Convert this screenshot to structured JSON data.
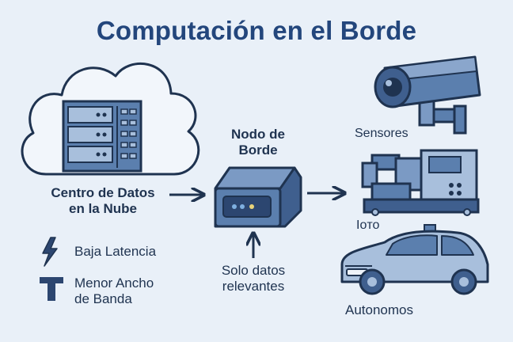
{
  "title": "Computación en el Borde",
  "cloud": {
    "label_line1": "Centro de Datos",
    "label_line2": "en la Nube"
  },
  "edge_node": {
    "label_line1": "Nodo de",
    "label_line2": "Borde"
  },
  "relevant_data": {
    "label_line1": "Solo datos",
    "label_line2": "relevantes"
  },
  "legend": {
    "latency": "Baja Latencia",
    "bandwidth_line1": "Menor Ancho",
    "bandwidth_line2": "de Banda"
  },
  "devices": {
    "sensors": "Sensores",
    "iot": "Ioто",
    "autonomous": "Autonomos"
  },
  "colors": {
    "background": "#e9f0f8",
    "outline": "#1f3350",
    "blue_mid": "#5b7fae",
    "blue_light": "#a8bfdc",
    "title": "#23467c"
  }
}
